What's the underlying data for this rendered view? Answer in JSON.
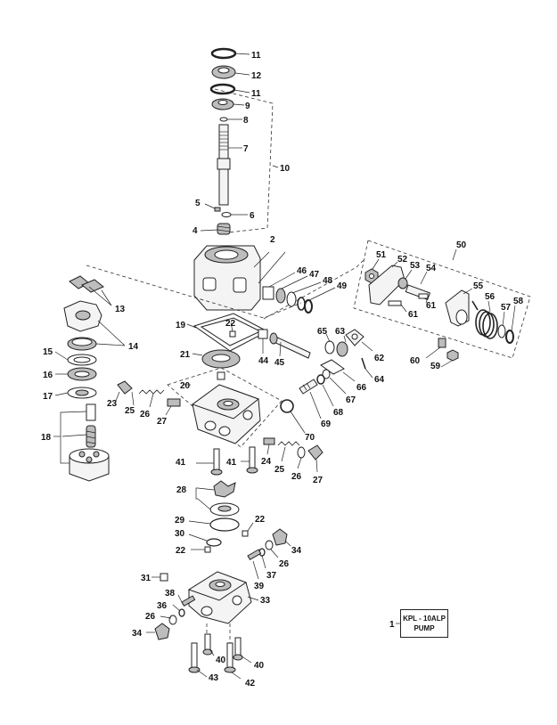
{
  "title_block": {
    "number": "1",
    "line1": "KPL - 10ALP",
    "line2": "PUMP"
  },
  "callouts": {
    "n2": "2",
    "n4": "4",
    "n5": "5",
    "n6": "6",
    "n7": "7",
    "n8": "8",
    "n9": "9",
    "n10": "10",
    "n11a": "11",
    "n11b": "11",
    "n12": "12",
    "n13": "13",
    "n14": "14",
    "n15": "15",
    "n16": "16",
    "n17": "17",
    "n18": "18",
    "n19": "19",
    "n20": "20",
    "n21": "21",
    "n22a": "22",
    "n22b": "22",
    "n22c": "22",
    "n23": "23",
    "n24": "24",
    "n25a": "25",
    "n25b": "25",
    "n26a": "26",
    "n26b": "26",
    "n26c": "26",
    "n26d": "26",
    "n27a": "27",
    "n27b": "27",
    "n28": "28",
    "n29": "29",
    "n30": "30",
    "n31": "31",
    "n33": "33",
    "n34a": "34",
    "n34b": "34",
    "n36": "36",
    "n37": "37",
    "n38": "38",
    "n39": "39",
    "n40a": "40",
    "n40b": "40",
    "n41a": "41",
    "n41b": "41",
    "n42": "42",
    "n43": "43",
    "n44": "44",
    "n45": "45",
    "n46": "46",
    "n47": "47",
    "n48": "48",
    "n49": "49",
    "n50": "50",
    "n51": "51",
    "n52": "52",
    "n53": "53",
    "n54": "54",
    "n55": "55",
    "n56": "56",
    "n57": "57",
    "n58": "58",
    "n59": "59",
    "n60": "60",
    "n61a": "61",
    "n61b": "61",
    "n62": "62",
    "n63": "63",
    "n64": "64",
    "n65": "65",
    "n66": "66",
    "n67": "67",
    "n68": "68",
    "n69": "69",
    "n70": "70"
  }
}
